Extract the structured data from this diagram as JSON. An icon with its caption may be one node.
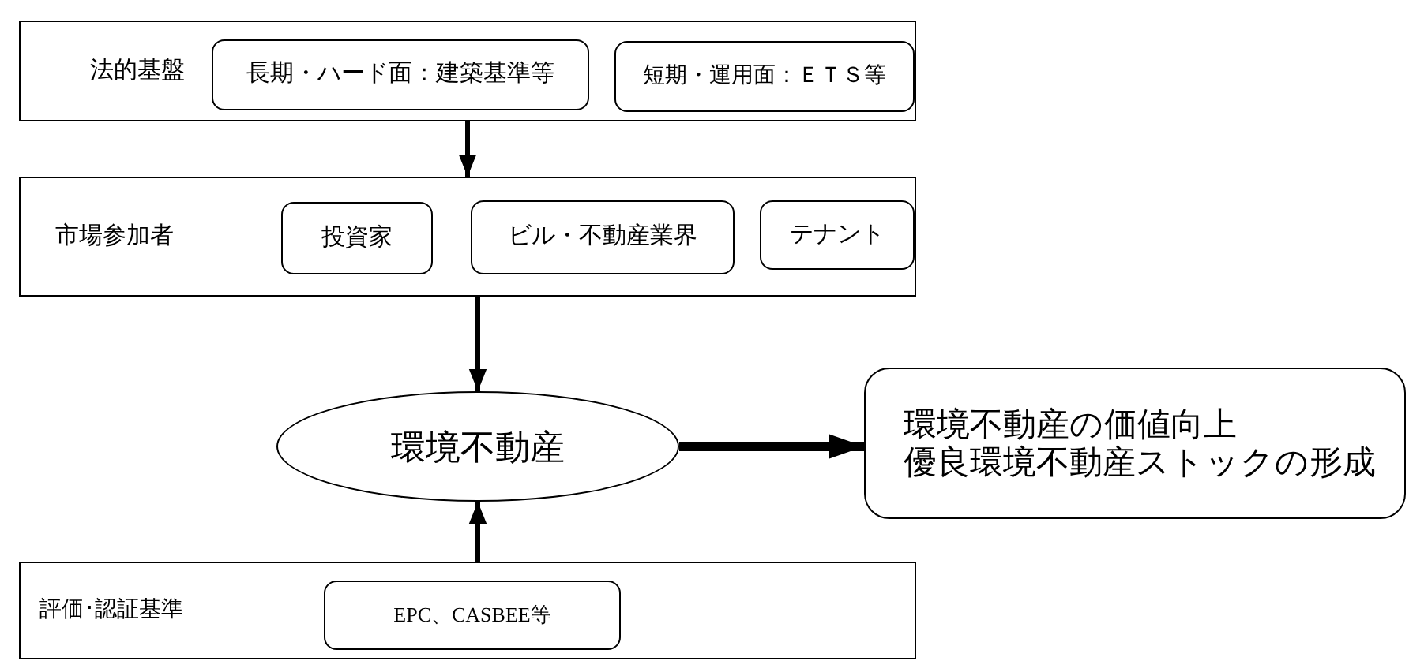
{
  "diagram": {
    "nodes": [
      {
        "text": [
          "法的基盤"
        ]
      },
      {
        "text": [
          "長期・ハード面：建築基準等"
        ],
        "in": 0
      },
      {
        "text": [
          "短期・運用面：ＥＴＳ等"
        ],
        "in": 0
      },
      {
        "text": [
          "市場参加者"
        ]
      },
      {
        "text": [
          "投資家"
        ],
        "in": 3
      },
      {
        "text": [
          "ビル・不動産業界"
        ],
        "in": 3
      },
      {
        "text": [
          "テナント"
        ],
        "in": 3
      },
      {
        "text": [
          "環境不動産"
        ]
      },
      {
        "text": [
          "環境不動産の価値向上",
          "優良環境不動産ストックの形成"
        ]
      },
      {
        "text": [
          "評価･認証基準"
        ]
      },
      {
        "text": [
          "EPC、CASBEE等"
        ],
        "in": 9
      }
    ],
    "edges": [
      {
        "from": 0,
        "to": 3,
        "arrow": "to"
      },
      {
        "from": 3,
        "to": 7,
        "arrow": "to"
      },
      {
        "from": 9,
        "to": 7,
        "arrow": "to"
      },
      {
        "from": 7,
        "to": 8,
        "arrow": "to",
        "style": "thick"
      }
    ]
  }
}
